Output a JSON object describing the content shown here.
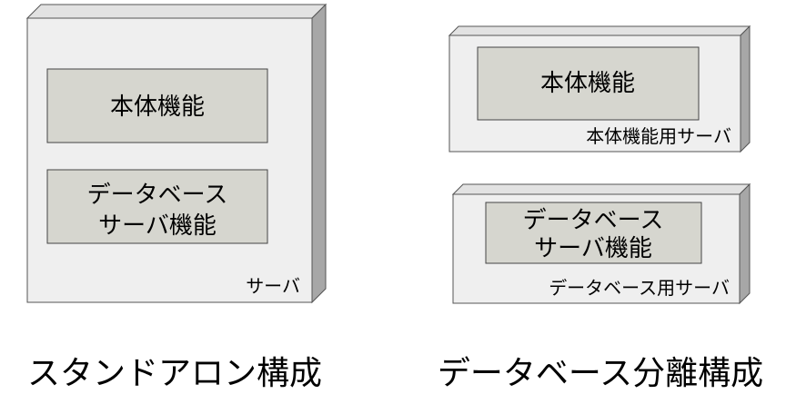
{
  "standalone": {
    "server_label": "サーバ",
    "main_function": "本体機能",
    "db_function_line1": "データベース",
    "db_function_line2": "サーバ機能",
    "caption": "スタンドアロン構成"
  },
  "separated": {
    "main_server_label": "本体機能用サーバ",
    "main_function": "本体機能",
    "db_server_label": "データベース用サーバ",
    "db_function_line1": "データベース",
    "db_function_line2": "サーバ機能",
    "caption": "データベース分離構成"
  },
  "colors": {
    "server_front": "#efefef",
    "server_top": "#e2e2e2",
    "server_side": "#a7a7a7",
    "function_box": "#d6d6cf",
    "outline": "#444444"
  }
}
